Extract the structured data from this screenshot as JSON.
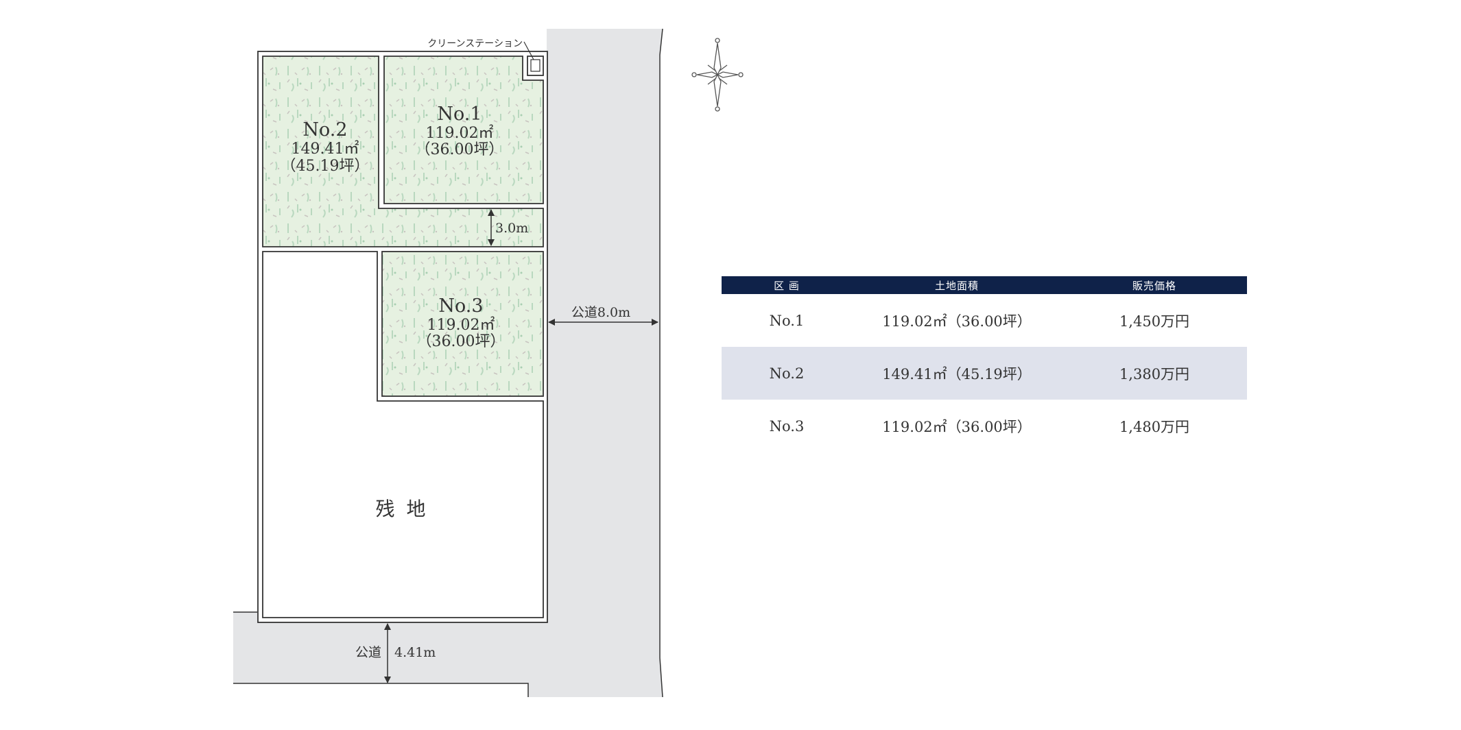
{
  "map": {
    "lots": [
      {
        "id": "no2",
        "name": "No.2",
        "area": "149.41㎡",
        "tsubo": "（45.19坪）"
      },
      {
        "id": "no1",
        "name": "No.1",
        "area": "119.02㎡",
        "tsubo": "（36.00坪）"
      },
      {
        "id": "no3",
        "name": "No.3",
        "area": "119.02㎡",
        "tsubo": "（36.00坪）"
      }
    ],
    "remaining_land": "残 地",
    "clean_station": "クリーンステーション",
    "driveway_width": "3.0m",
    "road_east": "公道8.0m",
    "road_south_label": "公道",
    "road_south_width": "4.41m",
    "colors": {
      "lot_fill": "#e6f1e1",
      "road": "#e4e5e7",
      "line": "#333333"
    }
  },
  "table": {
    "headers": [
      "区 画",
      "土地面積",
      "販売価格"
    ],
    "rows": [
      {
        "lot": "No.1",
        "area": "119.02㎡（36.00坪）",
        "price": "1,450万円"
      },
      {
        "lot": "No.2",
        "area": "149.41㎡（45.19坪）",
        "price": "1,380万円"
      },
      {
        "lot": "No.3",
        "area": "119.02㎡（36.00坪）",
        "price": "1,480万円"
      }
    ],
    "colors": {
      "header_bg": "#0f2249",
      "alt_row": "#dfe2ec"
    }
  },
  "compass": {
    "icon": "compass-rose-icon"
  }
}
